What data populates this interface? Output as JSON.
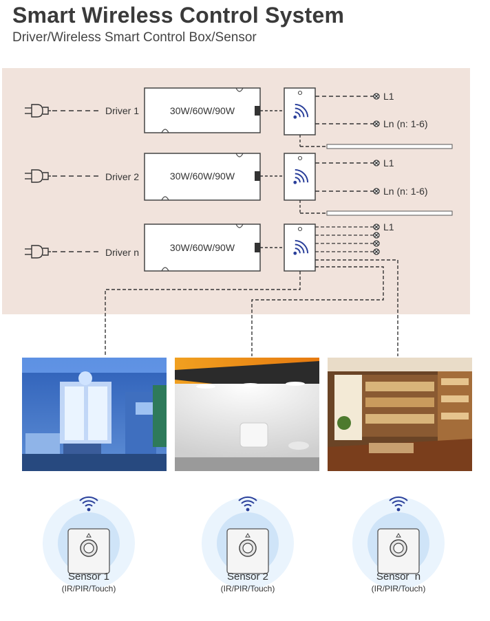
{
  "header": {
    "title": "Smart Wireless Control System",
    "subtitle": "Driver/Wireless Smart Control Box/Sensor"
  },
  "rows": [
    {
      "driver_label": "Driver 1",
      "power": "30W/60W/90W",
      "out_first": "L1",
      "out_last": "Ln (n: 1-6)"
    },
    {
      "driver_label": "Driver 2",
      "power": "30W/60W/90W",
      "out_first": "L1",
      "out_last": "Ln (n: 1-6)"
    },
    {
      "driver_label": "Driver n",
      "power": "30W/60W/90W",
      "out_first": "L1"
    }
  ],
  "sensors": [
    {
      "name": "Sensor 1",
      "type": "(IR/PIR/Touch)"
    },
    {
      "name": "Sensor 2",
      "type": "(IR/PIR/Touch)"
    },
    {
      "name": "Sensor  n",
      "type": "(IR/PIR/Touch)"
    }
  ],
  "colors": {
    "panel": "#f1e3dc",
    "wifi": "#2a3f9a",
    "sensor_glow": "#dcecfb"
  }
}
